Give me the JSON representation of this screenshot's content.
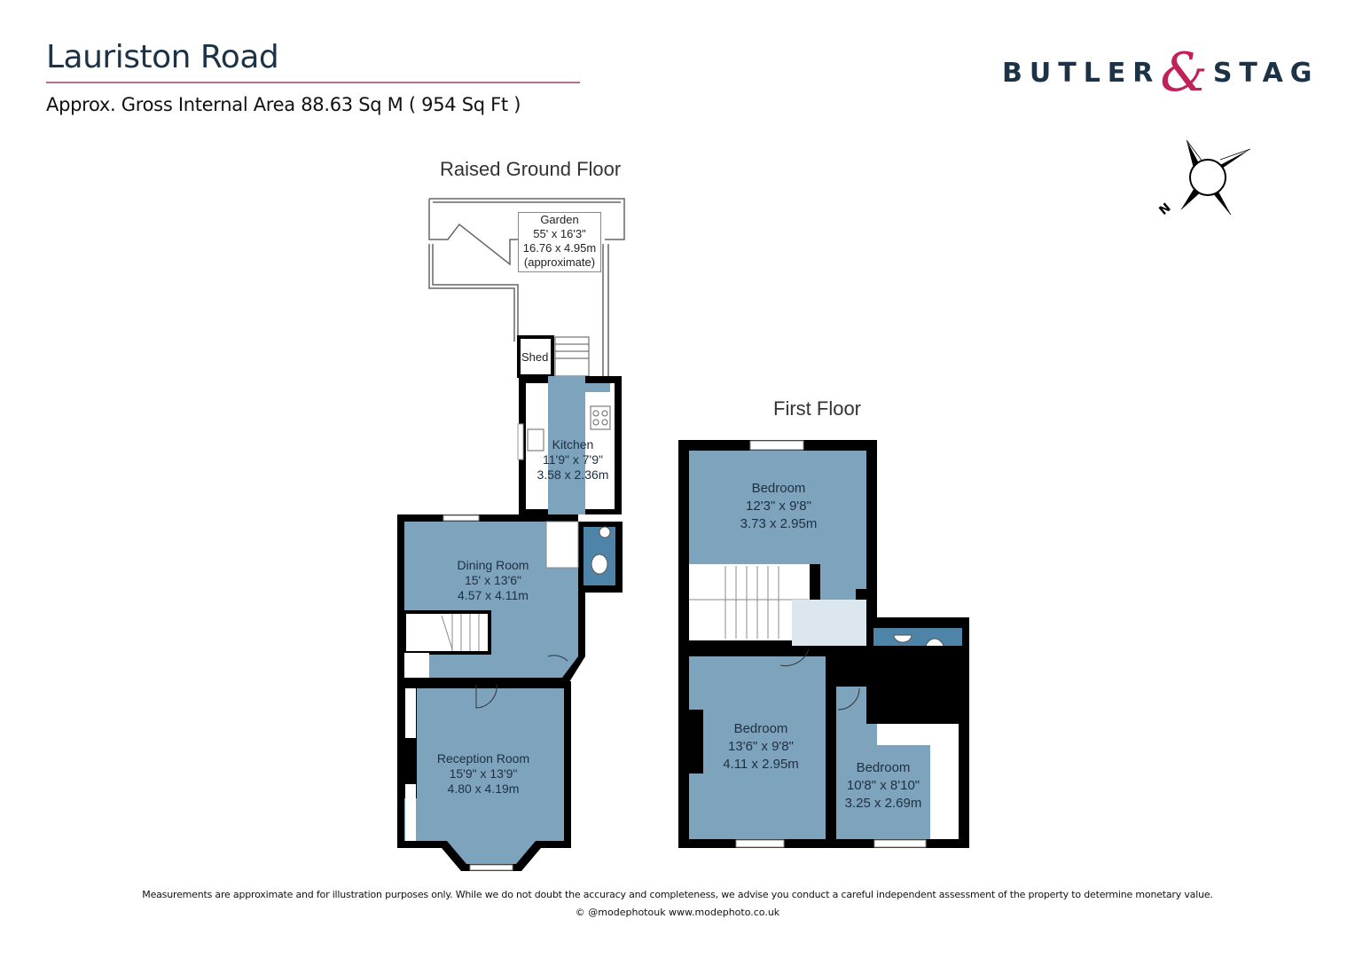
{
  "header": {
    "title": "Lauriston Road",
    "subtitle": "Approx. Gross Internal Area 88.63 Sq M ( 954 Sq Ft )"
  },
  "logo": {
    "left_word": "BUTLER",
    "ampersand": "&",
    "right_word": "STAG",
    "colors": {
      "text": "#1c3347",
      "ampersand": "#c2205a"
    }
  },
  "compass": {
    "icon": "compass-icon",
    "north_label": "N"
  },
  "colors": {
    "room_fill": "#7ea3bd",
    "bathroom_fill": "#4d84a8",
    "landing_fill": "#dce6ee",
    "wall": "#000000",
    "title_rule": "#b07090"
  },
  "floors": [
    {
      "label": "Raised Ground Floor",
      "rooms": [
        {
          "name": "Garden",
          "imperial": "55' x 16'3\"",
          "metric": "16.76 x 4.95m",
          "note": "(approximate)"
        },
        {
          "name": "Shed"
        },
        {
          "name": "Kitchen",
          "imperial": "11'9\" x 7'9\"",
          "metric": "3.58 x 2.36m"
        },
        {
          "name": "Dining Room",
          "imperial": "15' x 13'6\"",
          "metric": "4.57 x 4.11m"
        },
        {
          "name": "Reception Room",
          "imperial": "15'9\" x 13'9\"",
          "metric": "4.80 x 4.19m"
        }
      ]
    },
    {
      "label": "First Floor",
      "rooms": [
        {
          "name": "Bedroom",
          "imperial": "12'3\" x 9'8\"",
          "metric": "3.73 x 2.95m"
        },
        {
          "name": "Bedroom",
          "imperial": "13'6\" x 9'8\"",
          "metric": "4.11 x 2.95m"
        },
        {
          "name": "Bedroom",
          "imperial": "10'8\" x 8'10\"",
          "metric": "3.25 x 2.69m"
        }
      ]
    }
  ],
  "footer": {
    "disclaimer": "Measurements are approximate and for illustration purposes only.  While we do not doubt the accuracy and completeness, we advise you conduct a careful independent assessment of the property to determine monetary value.",
    "credit": "© @modephotouk www.modephoto.co.uk"
  }
}
